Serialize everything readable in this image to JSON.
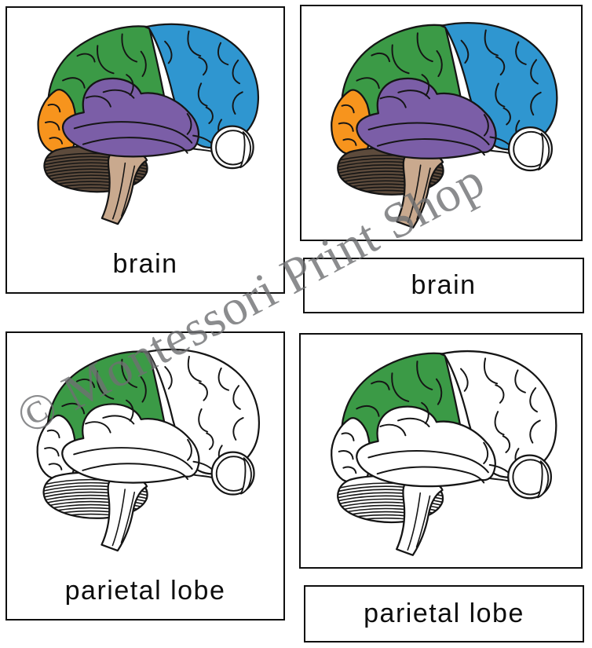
{
  "watermark": {
    "text": "© Montessori Print Shop",
    "color": "#6f7072"
  },
  "cards": {
    "top_left": {
      "label": "brain",
      "variant": "colored"
    },
    "top_right_picture": {
      "variant": "colored"
    },
    "top_right_label": {
      "label": "brain"
    },
    "bottom_left": {
      "label": "parietal lobe",
      "variant": "outline"
    },
    "bottom_right_picture": {
      "variant": "outline"
    },
    "bottom_right_label": {
      "label": "parietal lobe"
    }
  },
  "illustration": {
    "subject": "human brain lateral view with eye",
    "region_colors": {
      "frontal_lobe": "#2f96d0",
      "parietal_lobe": "#3b9a46",
      "occipital_lobe": "#f7941d",
      "temporal_lobe": "#7b5ea7",
      "cerebellum": "#5d4b3c",
      "brain_stem": "#c9a98e",
      "outline": "#151515"
    }
  },
  "card_border_color": "#0f0f0f"
}
